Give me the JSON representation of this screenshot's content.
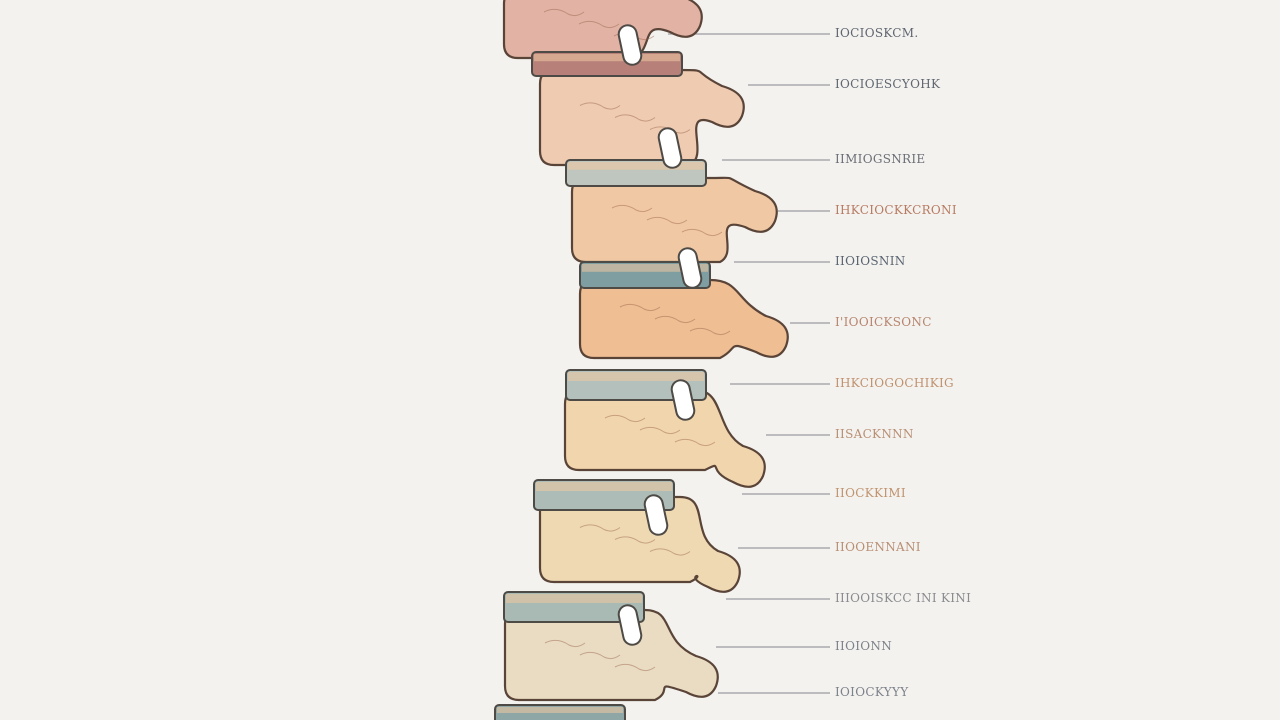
{
  "diagram": {
    "labels": [
      {
        "text": "IOCIOSKCM.",
        "color": "#5f6670"
      },
      {
        "text": "IOCIOESCYOHK",
        "color": "#5f6670"
      },
      {
        "text": "IIMIOGSNRIE",
        "color": "#6b6f76"
      },
      {
        "text": "IHKCIOCKKCRONI",
        "color": "#b77b62"
      },
      {
        "text": "IIOIOSNIN",
        "color": "#596470"
      },
      {
        "text": "I'IOOICKSONC",
        "color": "#b7856e"
      },
      {
        "text": "IHKCIOGOCHIKIG",
        "color": "#c0916e"
      },
      {
        "text": "IISACKNNN",
        "color": "#b98f74"
      },
      {
        "text": "IIOCKKIMI",
        "color": "#c0936f"
      },
      {
        "text": "IIOOENNANI",
        "color": "#b98f74"
      },
      {
        "text": "IIIOOISKCC INI KINI",
        "color": "#8a8b8f"
      },
      {
        "text": "IIOIONN",
        "color": "#7d828a"
      },
      {
        "text": "IOIOCKYYY",
        "color": "#7d828a"
      }
    ],
    "vertebra_colors": [
      "#e2b3a4",
      "#eecbb1",
      "#f0c9a4",
      "#efbe93",
      "#f1d5ad",
      "#efd9b3",
      "#e9dcc2"
    ]
  }
}
